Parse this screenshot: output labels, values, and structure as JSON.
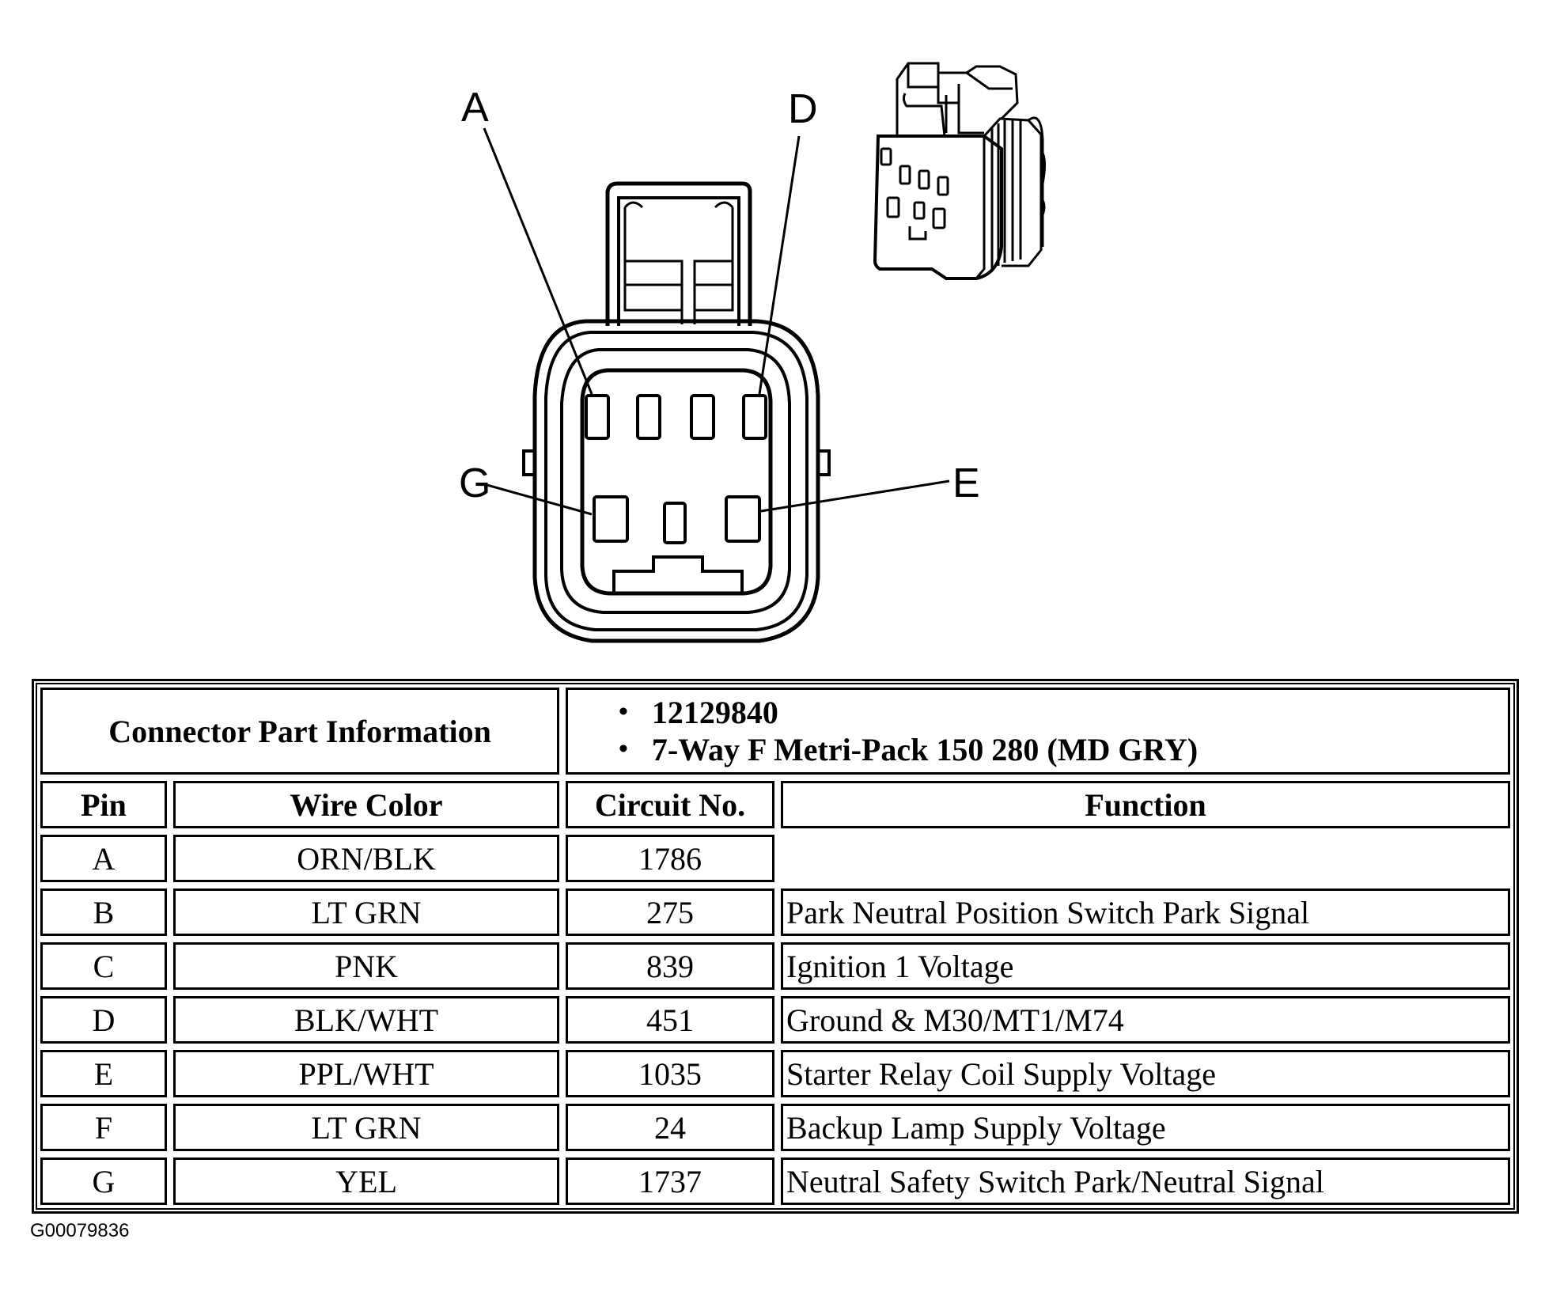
{
  "diagram": {
    "pin_labels": {
      "a": "A",
      "d": "D",
      "g": "G",
      "e": "E"
    }
  },
  "table": {
    "part_info_label": "Connector Part Information",
    "part_info_items": [
      "12129840",
      "7-Way F Metri-Pack 150 280 (MD GRY)"
    ],
    "headers": {
      "pin": "Pin",
      "wire_color": "Wire Color",
      "circuit": "Circuit No.",
      "function": "Function"
    },
    "rows": [
      {
        "pin": "A",
        "wire_color": "ORN/BLK",
        "circuit": "1786",
        "function": ""
      },
      {
        "pin": "B",
        "wire_color": "LT GRN",
        "circuit": "275",
        "function": "Park Neutral Position Switch Park Signal"
      },
      {
        "pin": "C",
        "wire_color": "PNK",
        "circuit": "839",
        "function": "Ignition 1 Voltage"
      },
      {
        "pin": "D",
        "wire_color": "BLK/WHT",
        "circuit": "451",
        "function": "Ground & M30/MT1/M74"
      },
      {
        "pin": "E",
        "wire_color": "PPL/WHT",
        "circuit": "1035",
        "function": "Starter Relay Coil Supply Voltage"
      },
      {
        "pin": "F",
        "wire_color": "LT GRN",
        "circuit": "24",
        "function": "Backup Lamp Supply Voltage"
      },
      {
        "pin": "G",
        "wire_color": "YEL",
        "circuit": "1737",
        "function": "Neutral Safety Switch Park/Neutral Signal"
      }
    ]
  },
  "figure_id": "G00079836"
}
